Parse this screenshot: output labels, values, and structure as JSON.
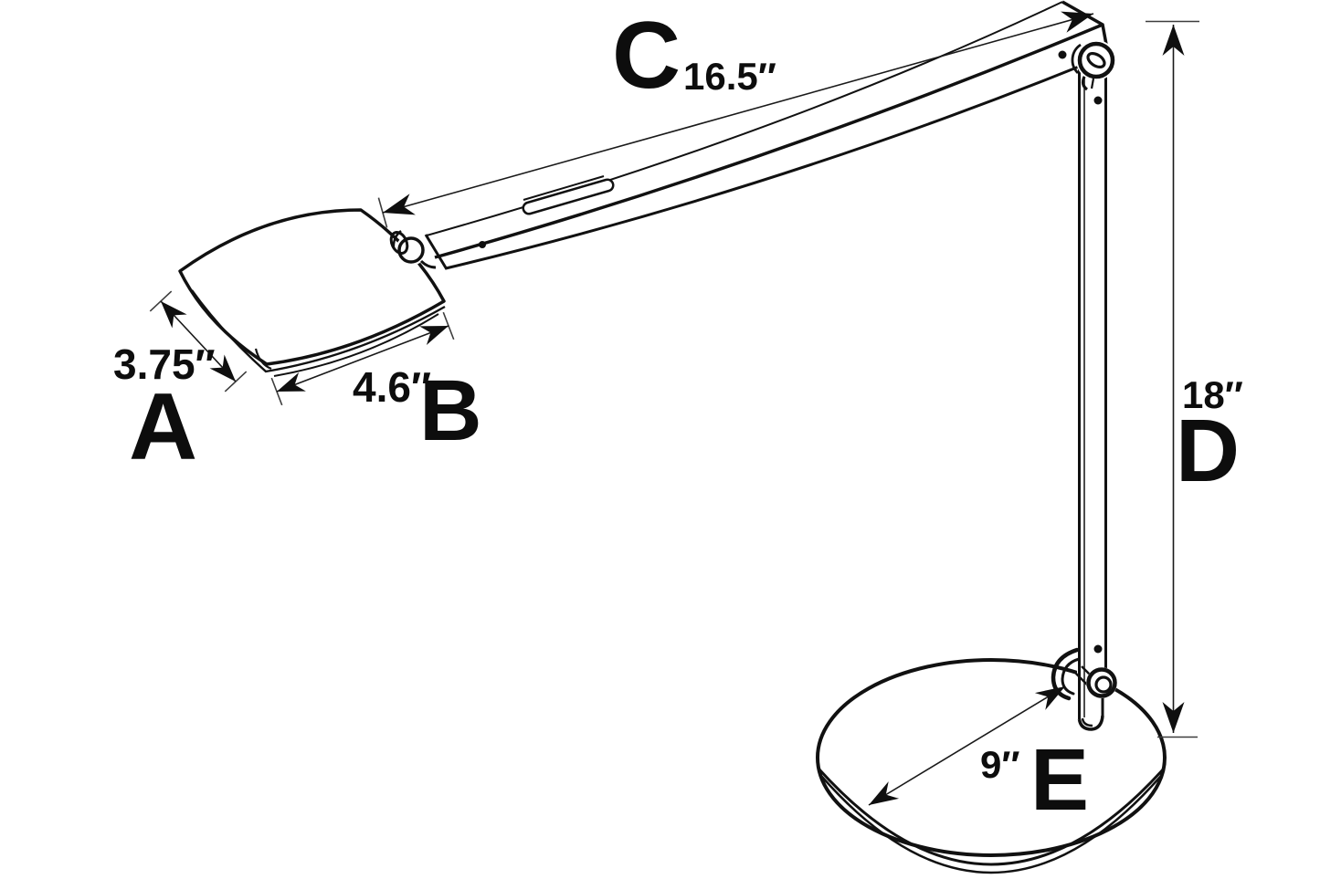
{
  "page": {
    "background_color": "#ffffff",
    "ink_color": "#111111"
  },
  "dims": {
    "a": {
      "letter": "A",
      "value": "3.75″"
    },
    "b": {
      "letter": "B",
      "value": "4.6″"
    },
    "c": {
      "letter": "C",
      "value": "16.5″"
    },
    "d": {
      "letter": "D",
      "value": "18″"
    },
    "e": {
      "letter": "E",
      "value": "9″"
    }
  }
}
